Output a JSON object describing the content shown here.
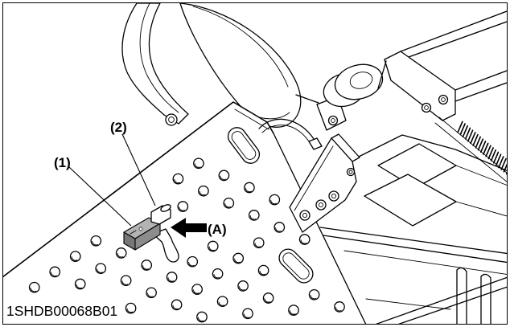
{
  "figure": {
    "code": "1SHDB00068B01"
  },
  "callouts": {
    "part_1": "(1)",
    "part_2": "(2)",
    "direction_a": "(A)"
  },
  "colors": {
    "switch_top": "#b3b3b3",
    "switch_front": "#8c8c8c",
    "switch_side": "#777777",
    "arrow": "#000000"
  }
}
